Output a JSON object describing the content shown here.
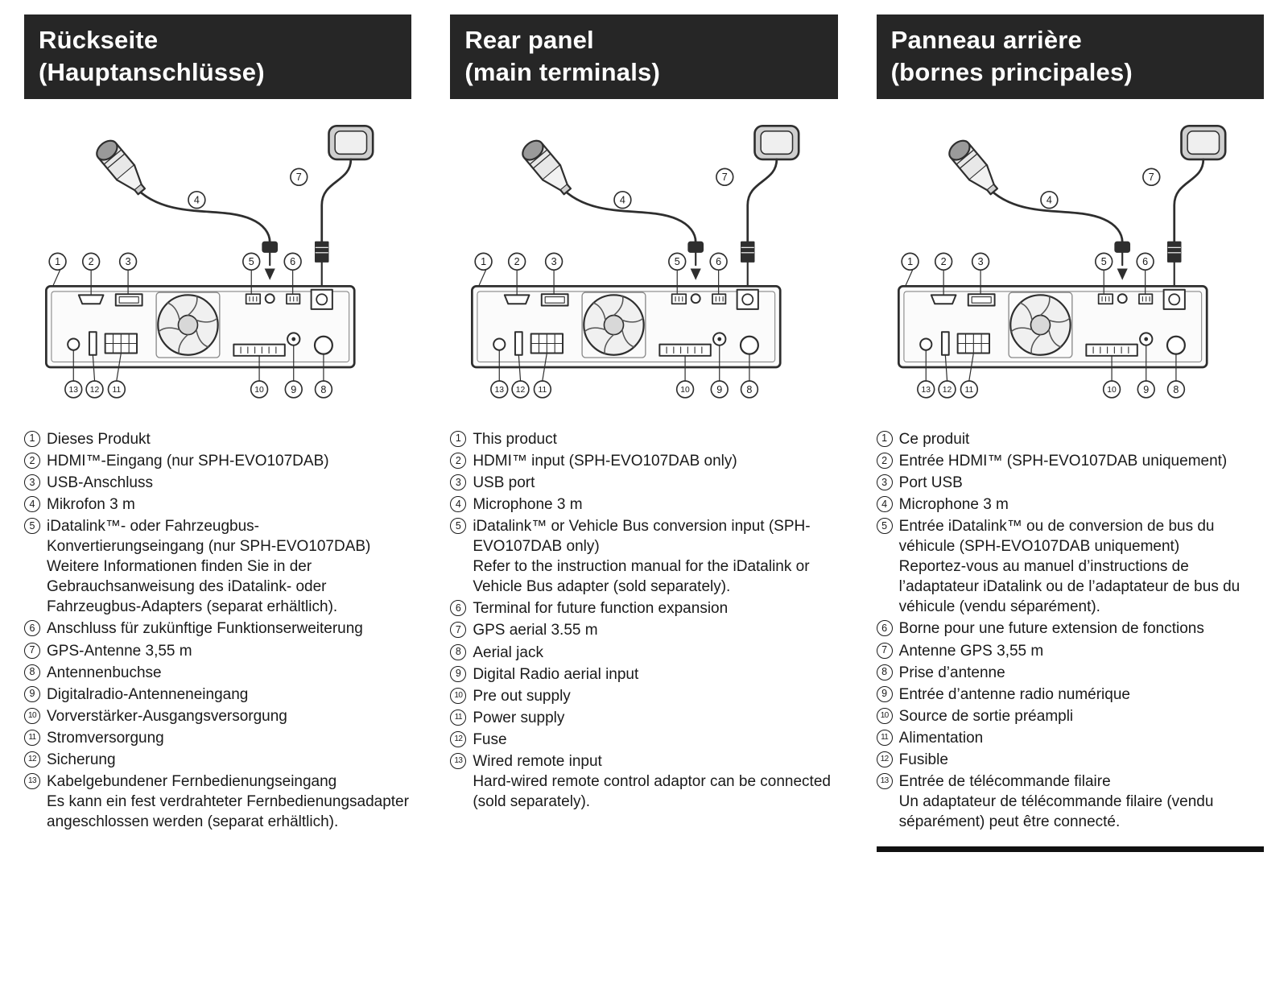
{
  "colors": {
    "page_bg": "#ffffff",
    "header_bg": "#262626",
    "header_text": "#ffffff",
    "body_text": "#1a1a1a",
    "diagram_stroke": "#2e2e2e"
  },
  "diagram": {
    "callouts": [
      "1",
      "2",
      "3",
      "4",
      "5",
      "6",
      "7",
      "8",
      "9",
      "10",
      "11",
      "12",
      "13"
    ]
  },
  "columns": [
    {
      "id": "german",
      "header": {
        "line1": "Rückseite",
        "line2": "(Hauptanschlüsse)"
      },
      "items": [
        {
          "num": "1",
          "text": "Dieses Produkt"
        },
        {
          "num": "2",
          "text": "HDMI™-Eingang (nur SPH-EVO107DAB)"
        },
        {
          "num": "3",
          "text": "USB-Anschluss"
        },
        {
          "num": "4",
          "text": "Mikrofon 3 m"
        },
        {
          "num": "5",
          "text": "iDatalink™- oder Fahrzeugbus-Konvertierungseingang (nur SPH-EVO107DAB)",
          "note": "Weitere Informationen finden Sie in der Gebrauchsanweisung des iDatalink- oder Fahrzeugbus-Adapters (separat erhältlich)."
        },
        {
          "num": "6",
          "text": "Anschluss für zukünftige Funktionserweiterung"
        },
        {
          "num": "7",
          "text": "GPS-Antenne 3,55 m"
        },
        {
          "num": "8",
          "text": "Antennenbuchse"
        },
        {
          "num": "9",
          "text": "Digitalradio-Antenneneingang"
        },
        {
          "num": "10",
          "text": "Vorverstärker-Ausgangsversorgung"
        },
        {
          "num": "11",
          "text": "Stromversorgung"
        },
        {
          "num": "12",
          "text": "Sicherung"
        },
        {
          "num": "13",
          "text": "Kabelgebundener Fernbedienungseingang",
          "note": "Es kann ein fest verdrahteter Fernbedienungsadapter angeschlossen werden (separat erhältlich)."
        }
      ]
    },
    {
      "id": "english",
      "header": {
        "line1": "Rear panel",
        "line2": "(main terminals)"
      },
      "items": [
        {
          "num": "1",
          "text": "This product"
        },
        {
          "num": "2",
          "text": "HDMI™ input (SPH-EVO107DAB only)"
        },
        {
          "num": "3",
          "text": "USB port"
        },
        {
          "num": "4",
          "text": "Microphone 3 m"
        },
        {
          "num": "5",
          "text": "iDatalink™ or Vehicle Bus conversion input (SPH-EVO107DAB only)",
          "note": "Refer to the instruction manual for the iDatalink or Vehicle Bus adapter (sold separately)."
        },
        {
          "num": "6",
          "text": "Terminal for future function expansion"
        },
        {
          "num": "7",
          "text": "GPS aerial 3.55 m"
        },
        {
          "num": "8",
          "text": "Aerial jack"
        },
        {
          "num": "9",
          "text": "Digital Radio aerial input"
        },
        {
          "num": "10",
          "text": "Pre out supply"
        },
        {
          "num": "11",
          "text": "Power supply"
        },
        {
          "num": "12",
          "text": "Fuse"
        },
        {
          "num": "13",
          "text": "Wired remote input",
          "note": "Hard-wired remote control adaptor can be connected (sold separately)."
        }
      ]
    },
    {
      "id": "french",
      "header": {
        "line1": "Panneau arrière",
        "line2": "(bornes principales)"
      },
      "items": [
        {
          "num": "1",
          "text": "Ce produit"
        },
        {
          "num": "2",
          "text": "Entrée HDMI™ (SPH-EVO107DAB uniquement)"
        },
        {
          "num": "3",
          "text": "Port USB"
        },
        {
          "num": "4",
          "text": "Microphone 3 m"
        },
        {
          "num": "5",
          "text": "Entrée iDatalink™ ou de conversion de bus du véhicule (SPH-EVO107DAB uniquement)",
          "note": "Reportez-vous au manuel d’instructions de l’adaptateur iDatalink ou de l’adaptateur de bus du véhicule (vendu séparément)."
        },
        {
          "num": "6",
          "text": "Borne pour une future extension de fonctions"
        },
        {
          "num": "7",
          "text": "Antenne GPS 3,55 m"
        },
        {
          "num": "8",
          "text": "Prise d’antenne"
        },
        {
          "num": "9",
          "text": "Entrée d’antenne radio numérique"
        },
        {
          "num": "10",
          "text": "Source de sortie préampli"
        },
        {
          "num": "11",
          "text": "Alimentation"
        },
        {
          "num": "12",
          "text": "Fusible"
        },
        {
          "num": "13",
          "text": "Entrée de télécommande filaire",
          "note": "Un adaptateur de télécommande filaire (vendu séparément) peut être connecté."
        }
      ]
    }
  ]
}
